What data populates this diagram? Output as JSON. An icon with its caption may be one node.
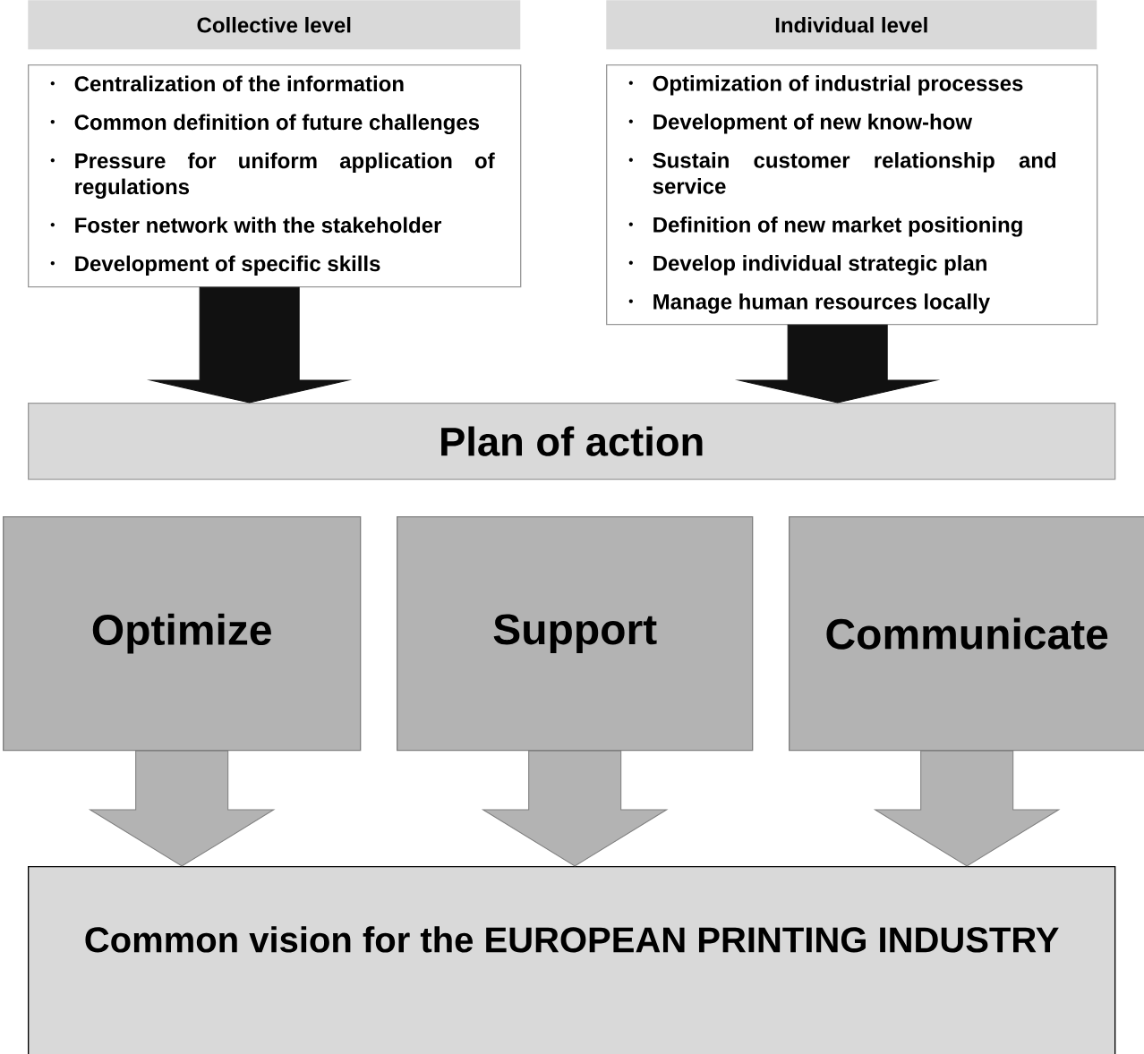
{
  "diagram": {
    "nodes": [
      {
        "text": [
          "Collective level",
          "Centralization of the information",
          "Common definition of future challenges",
          "Pressure for uniform application of regulations",
          "Foster network with the stakeholder",
          "Development of specific skills"
        ]
      },
      {
        "text": [
          "Individual level",
          "Optimization of industrial processes",
          "Development of new know-how",
          "Sustain customer relationship and service",
          "Definition of new market positioning",
          "Develop individual strategic plan",
          "Manage human resources locally"
        ]
      },
      {
        "text": [
          "Plan of action"
        ]
      },
      {
        "text": [
          "Optimize"
        ]
      },
      {
        "text": [
          "Support"
        ]
      },
      {
        "text": [
          "Communicate"
        ]
      },
      {
        "text": [
          "Common vision for the EUROPEAN PRINTING INDUSTRY"
        ]
      }
    ],
    "edges": [
      {
        "from": 0,
        "to": 2,
        "arrow": "to",
        "color": "#111111"
      },
      {
        "from": 1,
        "to": 2,
        "arrow": "to",
        "color": "#111111"
      },
      {
        "from": 3,
        "to": 6,
        "arrow": "to"
      },
      {
        "from": 4,
        "to": 6,
        "arrow": "to"
      },
      {
        "from": 5,
        "to": 6,
        "arrow": "to"
      }
    ]
  }
}
